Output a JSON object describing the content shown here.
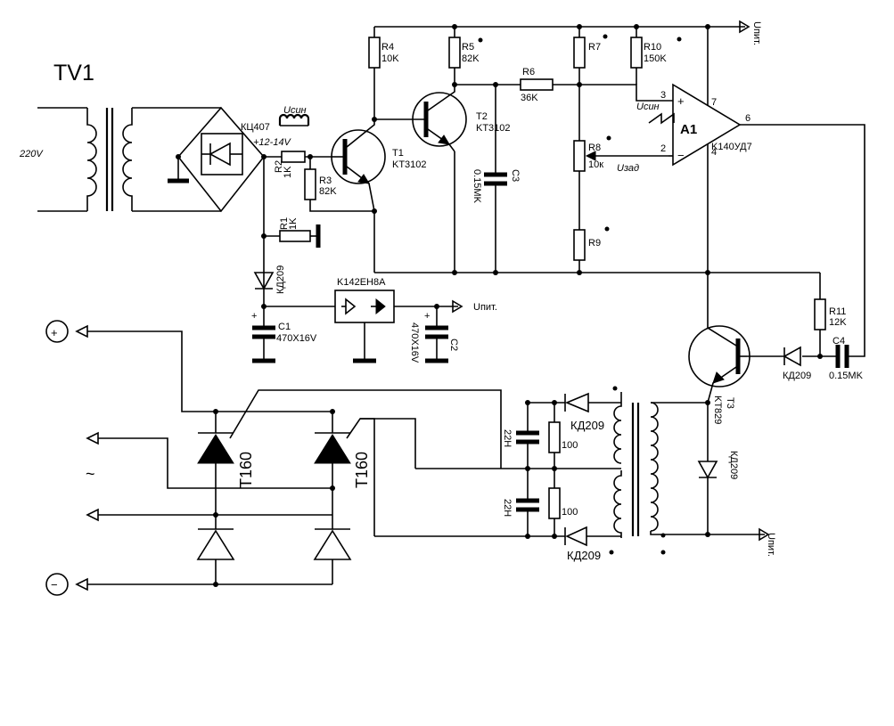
{
  "title": "TV1",
  "supply": {
    "mains": "220V",
    "bridge": "КЦ407",
    "sync_label": "Uсин",
    "sync_voltage": "+12-14V",
    "upit": "Uпит."
  },
  "resistors": {
    "r1": {
      "name": "R1",
      "value": "1K"
    },
    "r2": {
      "name": "R2",
      "value": "1K"
    },
    "r3": {
      "name": "R3",
      "value": "82K"
    },
    "r4": {
      "name": "R4",
      "value": "10K"
    },
    "r5": {
      "name": "R5",
      "value": "82K"
    },
    "r6": {
      "name": "R6",
      "value": "36K"
    },
    "r7": {
      "name": "R7"
    },
    "r8": {
      "name": "R8",
      "value": "10к"
    },
    "r9": {
      "name": "R9"
    },
    "r10": {
      "name": "R10",
      "value": "150K"
    },
    "r11": {
      "name": "R11",
      "value": "12K"
    },
    "r100a": "100",
    "r100b": "100"
  },
  "capacitors": {
    "c1": {
      "name": "C1",
      "value": "470X16V"
    },
    "c2": {
      "name": "C2",
      "value": "470X16V"
    },
    "c3": {
      "name": "C3",
      "value": "0.15MK"
    },
    "c4": {
      "name": "C4",
      "value": "0.15MK"
    },
    "c22a": "22H",
    "c22b": "22H"
  },
  "transistors": {
    "t1": {
      "name": "T1",
      "type": "KT3102"
    },
    "t2": {
      "name": "T2",
      "type": "KT3102"
    },
    "t3": {
      "name": "T3",
      "type": "KT829"
    }
  },
  "regulator": "K142EH8A",
  "opamp": {
    "name": "A1",
    "type": "K140УД7",
    "pin3": "3",
    "pin2": "2",
    "pin7": "7",
    "pin4": "4",
    "pin6": "6",
    "plus": "+",
    "minus": "−",
    "sync_in": "Uсин",
    "ref": "Uзад"
  },
  "diodes": {
    "kd209": "КД209",
    "kd209_rot": "КД209"
  },
  "thyristors": {
    "t160": "T160"
  },
  "outputs": {
    "plus": "+",
    "minus": "−",
    "ac": "~"
  },
  "polarity_plus": "+"
}
